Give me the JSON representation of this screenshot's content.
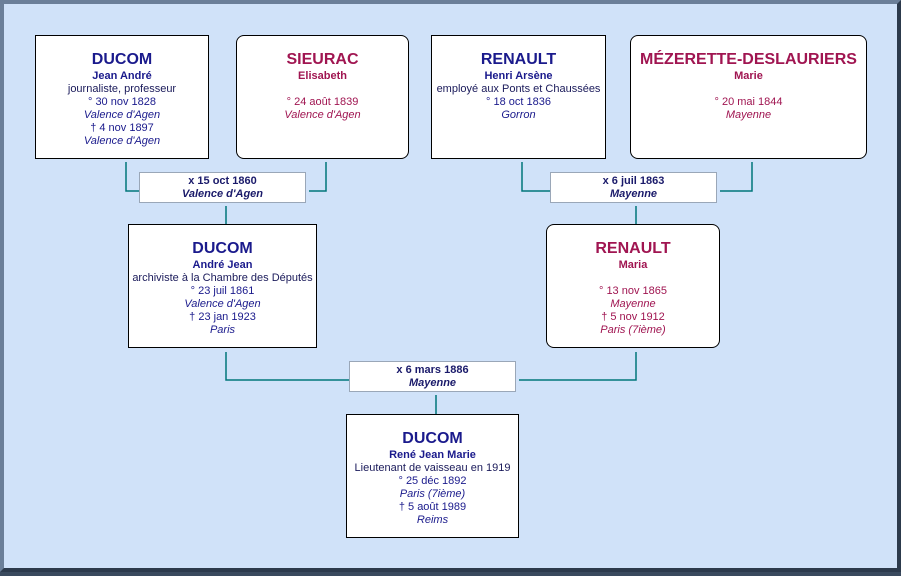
{
  "persons": {
    "p1": {
      "surname": "DUCOM",
      "given": "Jean André",
      "occupation": "journaliste, professeur",
      "birth_date": "° 30 nov 1828",
      "birth_place": "Valence d'Agen",
      "death_date": "† 4 nov 1897",
      "death_place": "Valence d'Agen"
    },
    "p2": {
      "surname": "SIEURAC",
      "given": "Elisabeth",
      "birth_date": "° 24 août 1839",
      "birth_place": "Valence d'Agen"
    },
    "p3": {
      "surname": "RENAULT",
      "given": "Henri Arsène",
      "occupation": "employé aux Ponts et Chaussées",
      "birth_date": "° 18 oct 1836",
      "birth_place": "Gorron"
    },
    "p4": {
      "surname": "MÉZERETTE-DESLAURIERS",
      "given": "Marie",
      "birth_date": "° 20 mai 1844",
      "birth_place": "Mayenne"
    },
    "p5": {
      "surname": "DUCOM",
      "given": "André Jean",
      "occupation": "archiviste à la Chambre des Députés",
      "birth_date": "° 23 juil 1861",
      "birth_place": "Valence d'Agen",
      "death_date": "† 23 jan 1923",
      "death_place": "Paris"
    },
    "p6": {
      "surname": "RENAULT",
      "given": "Maria",
      "birth_date": "° 13 nov 1865",
      "birth_place": "Mayenne",
      "death_date": "† 5 nov 1912",
      "death_place": "Paris (7ième)"
    },
    "p7": {
      "surname": "DUCOM",
      "given": "René Jean Marie",
      "occupation": "Lieutenant de vaisseau en 1919",
      "birth_date": "° 25 déc 1892",
      "birth_place": "Paris (7ième)",
      "death_date": "† 5 août 1989",
      "death_place": "Reims"
    }
  },
  "marriages": {
    "m1": {
      "date": "x 15 oct 1860",
      "place": "Valence d'Agen"
    },
    "m2": {
      "date": "x 6 juil 1863",
      "place": "Mayenne"
    },
    "m3": {
      "date": "x 6 mars 1886",
      "place": "Mayenne"
    }
  },
  "colors": {
    "male": "#1a1a8c",
    "female": "#a01551",
    "connector": "#00767a",
    "background": "#d0e2f9"
  }
}
